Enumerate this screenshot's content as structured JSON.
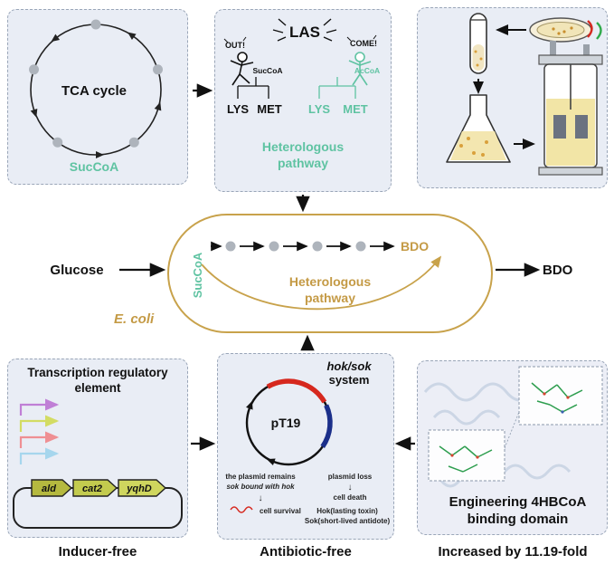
{
  "colors": {
    "teal": "#5fc3a2",
    "gold": "#c49a45",
    "panel_bg": "#e9edf5",
    "plasmid_red": "#d6281e",
    "plasmid_blue": "#1b2f8a",
    "gene_olive": "#bcc04a",
    "promoter_colors": [
      "#c07fd6",
      "#d3dc63",
      "#ef8f93",
      "#a6d6ed"
    ]
  },
  "tca_panel": {
    "title": "TCA cycle",
    "metabolite": "SucCoA"
  },
  "las_panel": {
    "title": "LAS",
    "out": "OUT!",
    "come": "COME!",
    "succoa": "SucCoA",
    "accoa": "AcCoA",
    "lys_out": "LYS",
    "met_out": "MET",
    "lys_in": "LYS",
    "met_in": "MET",
    "pathway_line1": "Heterologous",
    "pathway_line2": "pathway"
  },
  "cell": {
    "glucose": "Glucose",
    "succoa": "SucCoA",
    "bdo_inner": "BDO",
    "pathway_line1": "Heterologous",
    "pathway_line2": "pathway",
    "organism": "E. coli",
    "bdo_out": "BDO"
  },
  "transcription_panel": {
    "title": "Transcription regulatory element",
    "genes": [
      "ald",
      "cat2",
      "yqhD"
    ],
    "caption": "Inducer-free"
  },
  "plasmid_panel": {
    "system_line1": "hok/sok",
    "system_line2": "system",
    "plasmid_name": "pT19",
    "step_remain": "the plasmid remains",
    "step_bound": "sok bound with hok",
    "survival": "cell survival",
    "loss": "plasmid loss",
    "death": "cell death",
    "toxin": "Hok(lasting toxin)",
    "antidote": "Sok(short-lived antidote)",
    "caption": "Antibiotic-free"
  },
  "binding_panel": {
    "title_line1": "Engineering 4HBCoA",
    "title_line2": "binding domain",
    "caption": "Increased by 11.19-fold"
  }
}
